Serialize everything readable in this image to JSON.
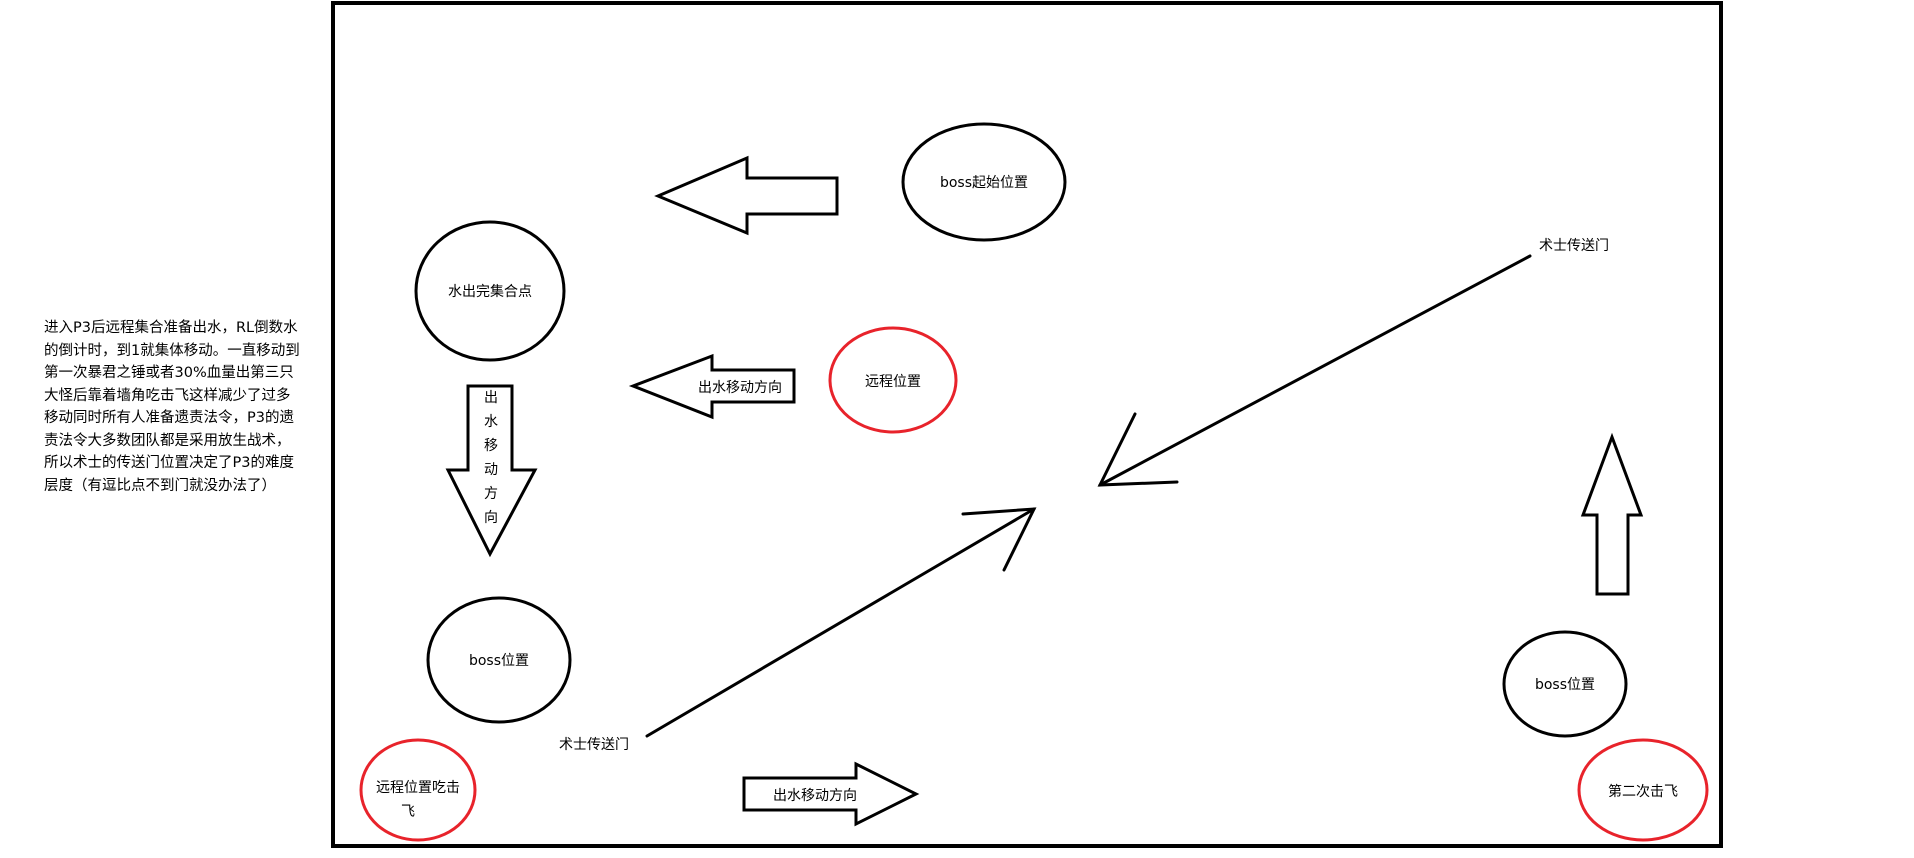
{
  "note": "进入P3后远程集合准备出水，RL倒数水的倒计时，到1就集体移动。一直移动到第一次暴君之锤或者30%血量出第三只大怪后靠着墙角吃击飞这样减少了过多移动同时所有人准备遗责法令，P3的遗责法令大多数团队都是采用放生战术，所以术士的传送门位置决定了P3的难度层度（有逗比点不到门就没办法了）",
  "labels": {
    "boss_start": "boss起始位置",
    "water_gather": "水出完集合点",
    "ranged_pos": "远程位置",
    "boss_pos_left": "boss位置",
    "boss_pos_right": "boss位置",
    "ranged_knock_l1": "远程位置吃击",
    "ranged_knock_l2": "飞",
    "second_knock": "第二次击飞",
    "portal_top": "术士传送门",
    "portal_bottom": "术士传送门",
    "move_dir_left": "出水移动方向",
    "move_dir_bottom": "出水移动方向",
    "move_dir_vertical": [
      "出",
      "水",
      "移",
      "动",
      "方",
      "向"
    ]
  },
  "colors": {
    "ink": "#000000",
    "red": "#e8232b"
  }
}
